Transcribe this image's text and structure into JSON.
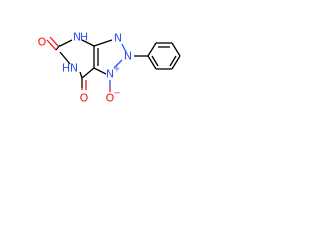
{
  "molecule": {
    "atom_labels": {
      "o_c5": "O",
      "nh_n4": "N",
      "h_n4": "H",
      "nh_n6": "N",
      "h_n6": "H",
      "n3": "N",
      "n2": "N",
      "n2_charge": "+",
      "n1": "N",
      "o_c7": "O",
      "o_oxide": "O",
      "o_oxide_charge": "−"
    },
    "colors": {
      "carbon": "#000000",
      "nitrogen": "#3050f8",
      "oxygen": "#ff0d0d"
    }
  }
}
